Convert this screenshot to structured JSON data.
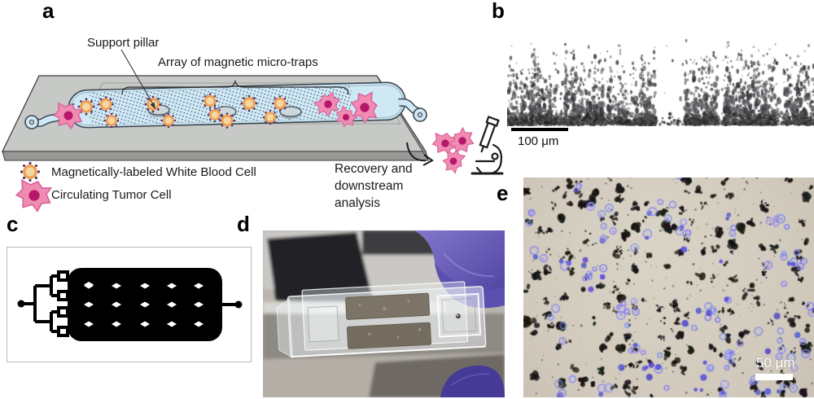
{
  "panels": {
    "a": {
      "label": "a",
      "annotations": {
        "support_pillar": "Support pillar",
        "array": "Array of magnetic micro-traps"
      },
      "legend": [
        {
          "icon": "wbc-cell-icon",
          "label": "Magnetically-labeled White Blood Cell"
        },
        {
          "icon": "tumor-cell-icon",
          "label": "Circulating Tumor Cell"
        }
      ],
      "recovery": {
        "line1": "Recovery and",
        "line2": "downstream",
        "line3": "analysis"
      }
    },
    "b": {
      "label": "b",
      "scale_bar": "100 μm"
    },
    "c": {
      "label": "c"
    },
    "d": {
      "label": "d"
    },
    "e": {
      "label": "e",
      "scale_bar": "50 μm"
    }
  },
  "icons": [
    "wbc-cell-icon",
    "tumor-cell-icon",
    "microscope-icon"
  ],
  "colors": {
    "channel_blue": "#cfe8f6",
    "slab_gray": "#c7c9c6",
    "wbc_ring_orange": "#ee9d4d",
    "wbc_center_tan": "#f3d6a0",
    "ctc_pink": "#f08cb2",
    "ctc_nucleus": "#b5176b",
    "glove_purple": "#5348a5",
    "magnet_gray": "#7c7466",
    "micrograph_e_background": "#d0c9bc",
    "stained_cell_blue": "#7d7de8",
    "speckle_dark": "#3a3a3e"
  }
}
